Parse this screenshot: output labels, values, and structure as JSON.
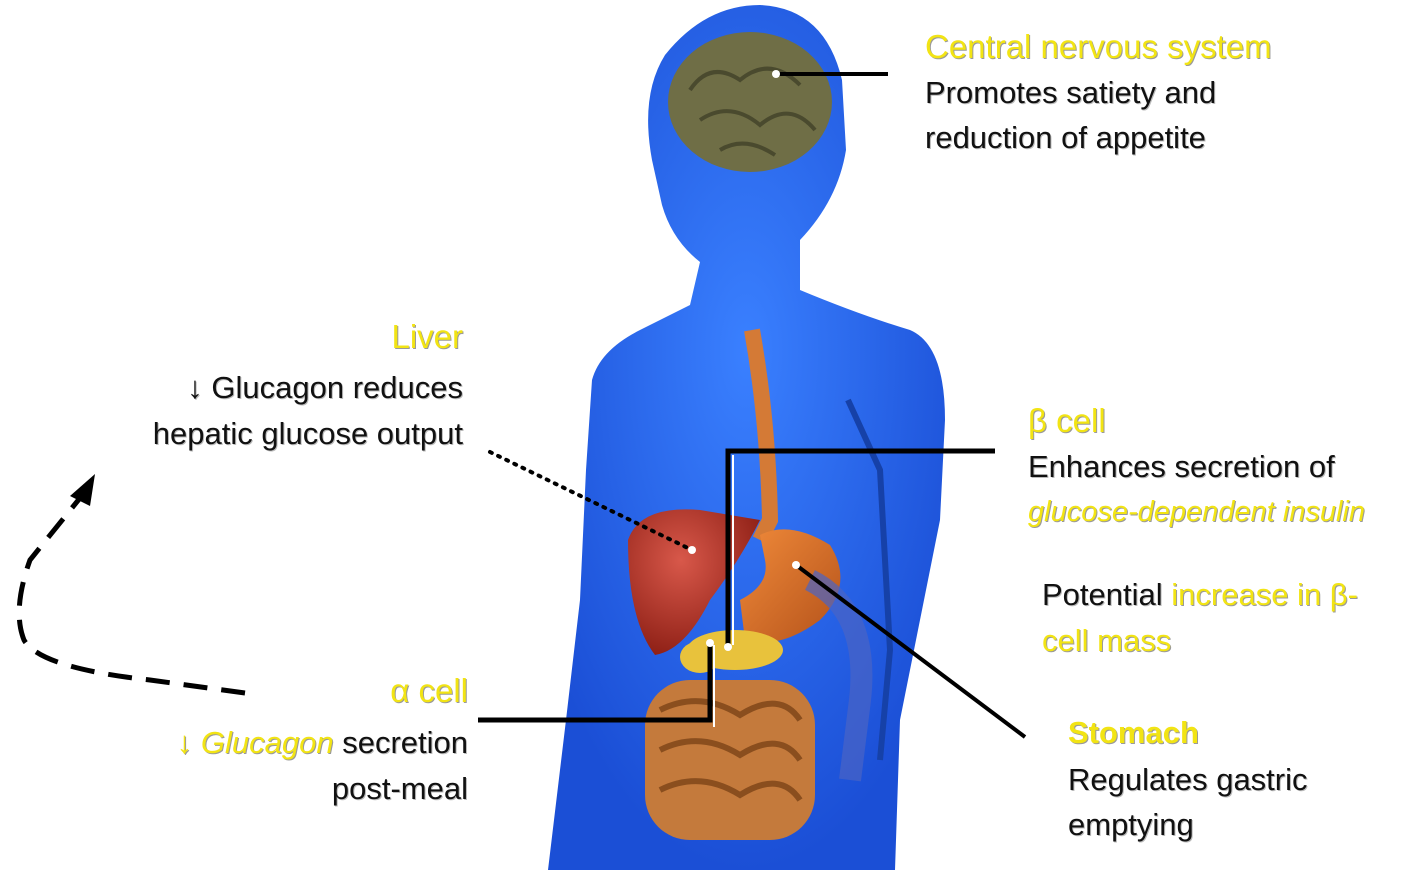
{
  "colors": {
    "highlight": "#f2e414",
    "body": "#2f6ff0",
    "text": "#111111"
  },
  "cns": {
    "title": "Central nervous system",
    "line1": "Promotes satiety and",
    "line2": "reduction of appetite"
  },
  "liver": {
    "title": "Liver",
    "arrow": "↓",
    "line1": "Glucagon reduces",
    "line2": "hepatic glucose output"
  },
  "beta": {
    "title": "β cell",
    "line1": "Enhances secretion of",
    "line2": "glucose-dependent insulin",
    "potential_a": "Potential",
    "potential_b": "increase in β-",
    "potential_c": "cell mass"
  },
  "alpha": {
    "title": "α cell",
    "arrow": "↓",
    "glucagon": "Glucagon",
    "secretion": "secretion",
    "postmeal": "post-meal"
  },
  "stomach": {
    "title": "Stomach",
    "line1": "Regulates gastric",
    "line2": "emptying"
  }
}
